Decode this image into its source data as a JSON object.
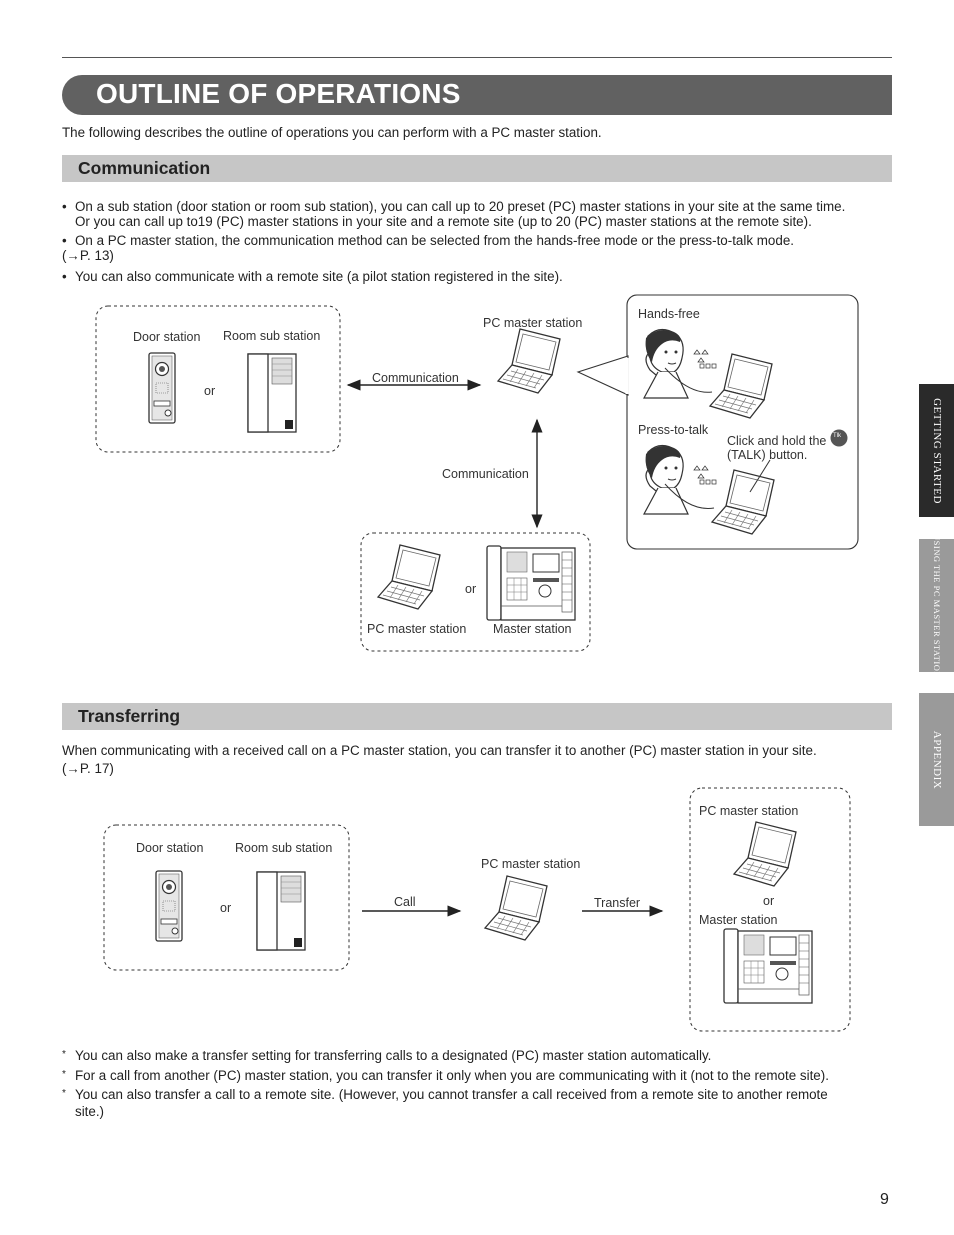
{
  "page": {
    "title": "OUTLINE OF OPERATIONS",
    "intro": "The following describes the outline of operations you can perform with a PC master station.",
    "page_number": "9"
  },
  "side_tabs": [
    {
      "label": "GETTING STARTED",
      "active": true
    },
    {
      "label": "USING THE PC MASTER STATION",
      "active": false
    },
    {
      "label": "APPENDIX",
      "active": false
    }
  ],
  "communication": {
    "heading": "Communication",
    "bullets": [
      {
        "line1": "On a sub station (door station or room sub station), you can call up to 20 preset (PC) master stations in your site at the same time.",
        "line2": "Or you can call up to19 (PC) master stations in your site and a remote site (up to 20 (PC) master stations at the remote site)."
      },
      {
        "line1": "On a PC master station, the communication method can be selected from the hands-free mode or the press-to-talk mode.",
        "line2": "(→P. 13)"
      },
      {
        "line1": "You can also communicate with a remote site (a pilot station registered in the site).",
        "line2": ""
      }
    ],
    "diagram": {
      "door_station": "Door station",
      "room_sub_station": "Room sub station",
      "or": "or",
      "communication_h": "Communication",
      "communication_v": "Communication",
      "pc_master_station": "PC master station",
      "hands_free": "Hands-free",
      "press_to_talk": "Press-to-talk",
      "click_hold_1": "Click and hold the",
      "click_hold_2": "(TALK) button.",
      "talk_icon": "Tlk",
      "bottom_pc": "PC master station",
      "bottom_master": "Master station",
      "bottom_or": "or"
    }
  },
  "transferring": {
    "heading": "Transferring",
    "para_line1": "When communicating with a received call on a PC master station, you can transfer it to another (PC) master station in your site.",
    "para_line2": "(→P. 17)",
    "diagram": {
      "door_station": "Door station",
      "room_sub_station": "Room sub station",
      "or_left": "or",
      "call": "Call",
      "pc_master_station_mid": "PC master station",
      "transfer": "Transfer",
      "pc_master_station_right": "PC master station",
      "or_right": "or",
      "master_station": "Master station"
    },
    "notes": [
      {
        "line1": "You can also make a transfer setting for transferring calls to a designated (PC) master station automatically.",
        "line2": ""
      },
      {
        "line1": "For a call from another (PC) master station, you can transfer it only when you are communicating with it (not to the remote site).",
        "line2": ""
      },
      {
        "line1": "You can also transfer a call to a remote site. (However, you cannot transfer a call received from a remote site to another remote",
        "line2": "site.)"
      }
    ]
  },
  "colors": {
    "title_bar": "#616161",
    "section_bar": "#c6c6c6",
    "tab_active": "#2a2a2a",
    "tab_inactive": "#9a9a9a"
  }
}
